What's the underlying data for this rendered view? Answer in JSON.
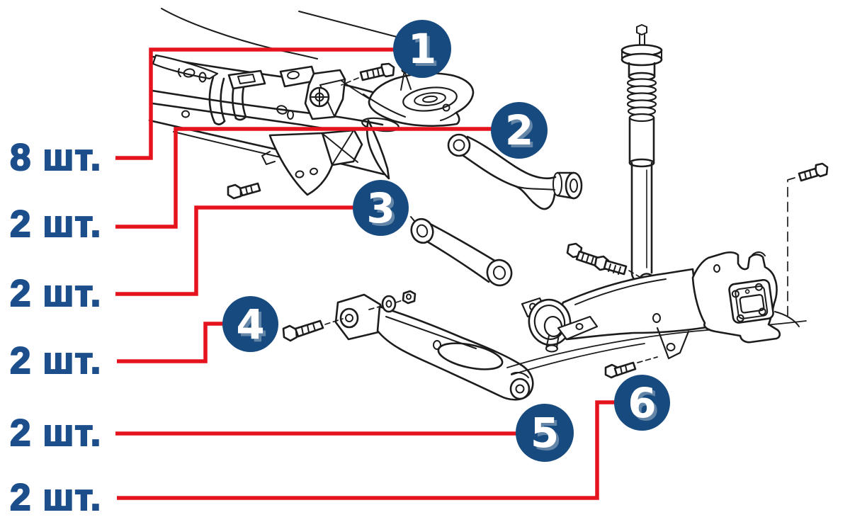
{
  "diagram": {
    "callouts": [
      {
        "number": "1",
        "quantity": "8 шт."
      },
      {
        "number": "2",
        "quantity": "2 шт."
      },
      {
        "number": "3",
        "quantity": "2 шт."
      },
      {
        "number": "4",
        "quantity": "2 шт."
      },
      {
        "number": "5",
        "quantity": "2 шт."
      },
      {
        "number": "6",
        "quantity": "2 шт."
      }
    ],
    "colors": {
      "callout_circle_blue": "#174A7E",
      "label_text_blue": "#1C4E8C",
      "leader_line_red": "#E5131E",
      "line_art_black": "#1C1C1C",
      "background": "#FFFFFF"
    }
  }
}
